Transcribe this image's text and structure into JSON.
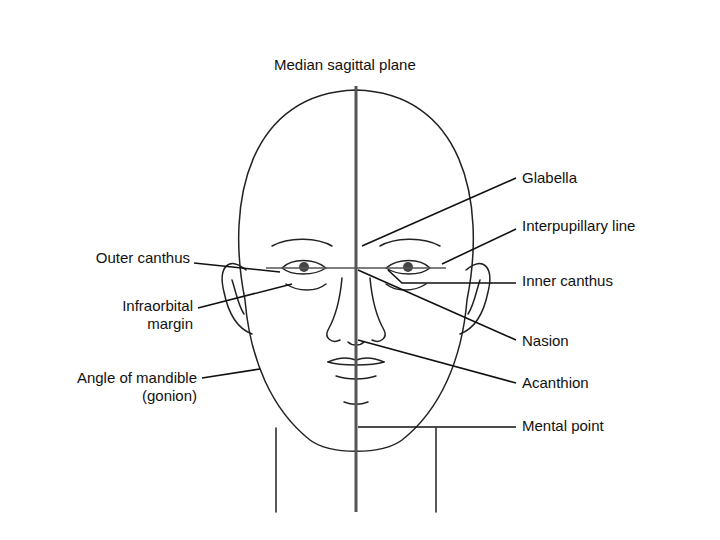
{
  "diagram": {
    "labels": [
      "Median sagittal plane",
      "Glabella",
      "Interpupillary line",
      "Outer canthus",
      "Inner canthus",
      "Infraorbital margin",
      "Nasion",
      "Angle of mandible (gonion)",
      "Acanthion",
      "Mental point"
    ]
  }
}
